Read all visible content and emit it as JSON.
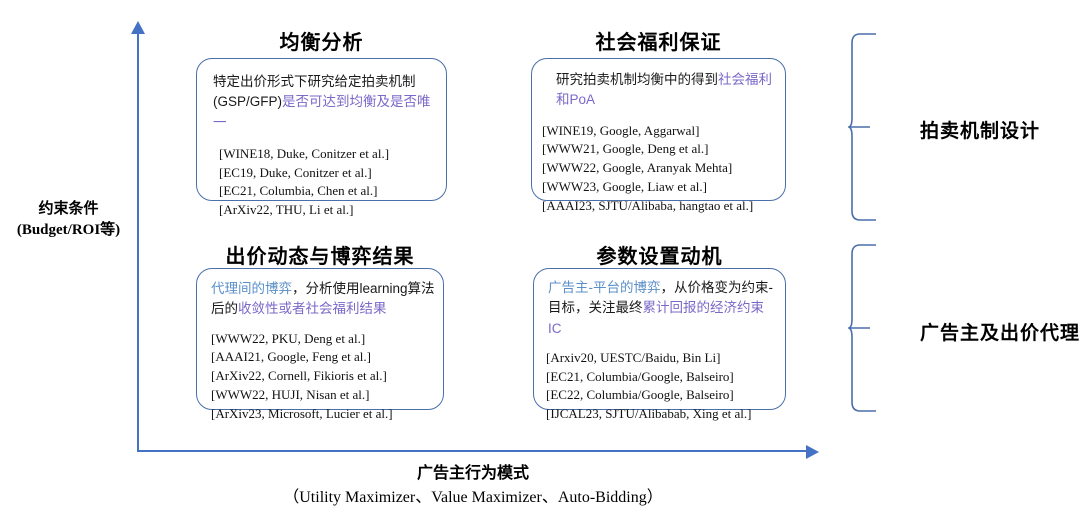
{
  "axes": {
    "y_label_line1": "约束条件",
    "y_label_line2": "(Budget/ROI等)",
    "x_label_line1": "广告主行为模式",
    "x_label_line2": "（Utility Maximizer、Value Maximizer、Auto-Bidding）"
  },
  "colors": {
    "axis": "#4472C4",
    "box_border": "#4A6FA9",
    "purple_text": "#7B68C8",
    "blue_text": "#5B8FC9"
  },
  "quadrants": [
    {
      "heading": "均衡分析",
      "desc_parts": [
        {
          "text": "特定出价形式下研究给定拍卖机制(GSP/GFP)",
          "style": "plain"
        },
        {
          "text": "是否可达到均衡及是否唯一",
          "style": "purple"
        }
      ],
      "refs": [
        "[WINE18, Duke, Conitzer et al.]",
        "[EC19, Duke, Conitzer et al.]",
        "[EC21, Columbia, Chen et al.]",
        "[ArXiv22, THU, Li et al.]"
      ]
    },
    {
      "heading": "社会福利保证",
      "desc_parts": [
        {
          "text": "研究拍卖机制均衡中的得到",
          "style": "plain"
        },
        {
          "text": "社会福利和PoA",
          "style": "purple"
        }
      ],
      "refs": [
        "[WINE19, Google, Aggarwal]",
        "[WWW21, Google, Deng et al.]",
        "[WWW22, Google, Aranyak Mehta]",
        "[WWW23, Google, Liaw et al.]",
        "[AAAI23, SJTU/Alibaba, hangtao et al.]"
      ]
    },
    {
      "heading": "出价动态与博弈结果",
      "desc_parts": [
        {
          "text": "代理间的博弈",
          "style": "blue"
        },
        {
          "text": "，分析使用learning算法后的",
          "style": "plain"
        },
        {
          "text": "收敛性或者社会福利结果",
          "style": "purple"
        }
      ],
      "refs": [
        "[WWW22, PKU, Deng et al.]",
        "[AAAI21, Google, Feng et al.]",
        "[ArXiv22, Cornell, Fikioris et al.]",
        "[WWW22, HUJI, Nisan et al.]",
        "[ArXiv23, Microsoft, Lucier et al.]"
      ]
    },
    {
      "heading": "参数设置动机",
      "desc_parts": [
        {
          "text": "广告主-平台的博弈",
          "style": "blue"
        },
        {
          "text": "，从价格变为约束-目标，关注最终",
          "style": "plain"
        },
        {
          "text": "累计回报的经济约束IC",
          "style": "purple"
        }
      ],
      "refs": [
        "[Arxiv20, UESTC/Baidu, Bin Li]",
        "[EC21, Columbia/Google, Balseiro]",
        " [EC22, Columbia/Google, Balseiro]",
        "[IJCAL23, SJTU/Alibabab, Xing et al.]"
      ]
    }
  ],
  "braces": [
    {
      "label": "拍卖机制设计"
    },
    {
      "label": "广告主及出价代理"
    }
  ]
}
